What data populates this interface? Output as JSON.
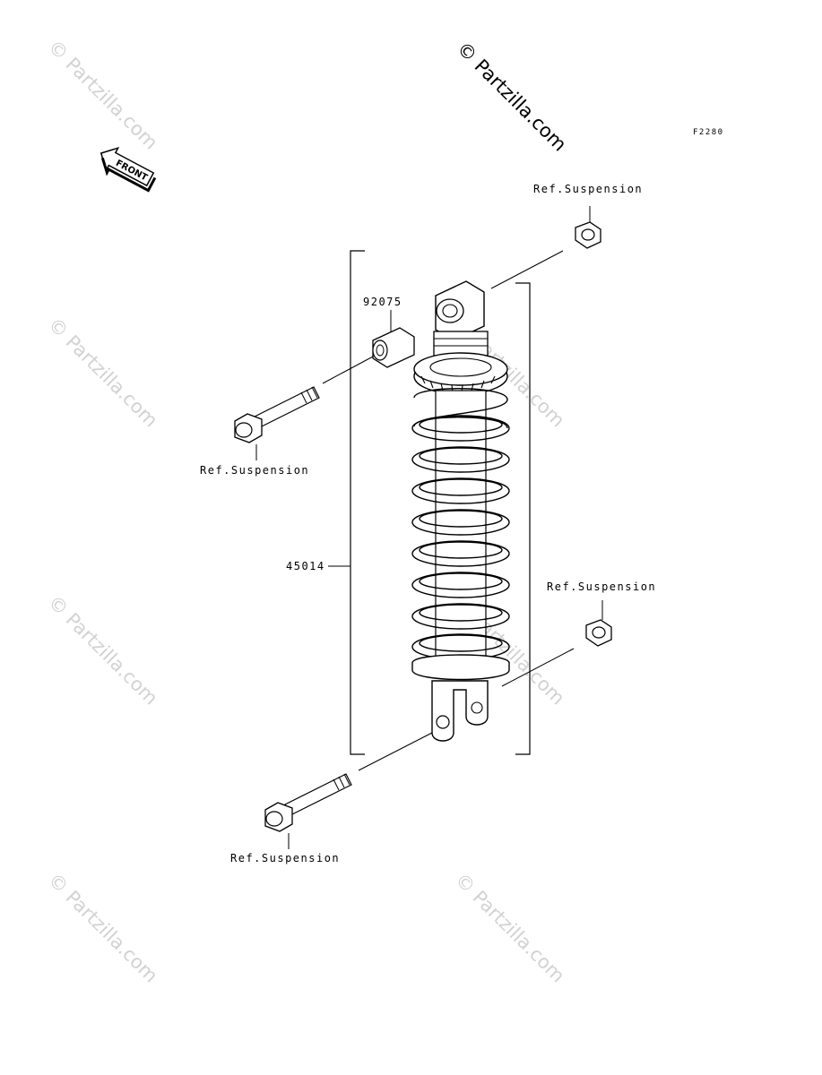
{
  "diagram": {
    "code": "F2280",
    "front_label": "FRONT",
    "watermark": "© Partzilla.com",
    "parts": {
      "shock_absorber": "45014",
      "collar": "92075"
    },
    "refs": {
      "top_nut": "Ref.Suspension",
      "upper_bolt": "Ref.Suspension",
      "lower_nut": "Ref.Suspension",
      "lower_bolt": "Ref.Suspension"
    }
  }
}
